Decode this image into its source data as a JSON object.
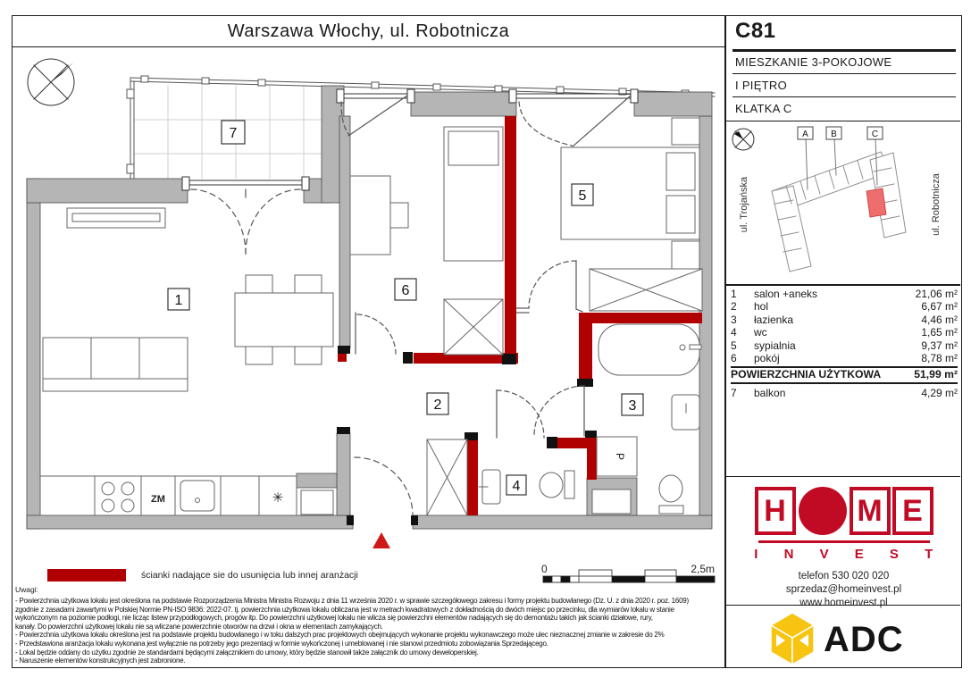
{
  "page": {
    "title": "Warszawa Włochy, ul. Robotnicza"
  },
  "unit": {
    "code": "C81",
    "type": "MIESZKANIE 3-POKOJOWE",
    "floor": "I PIĘTRO",
    "staircase": "KLATKA C"
  },
  "site_plan": {
    "street_left": "ul. Trojańska",
    "street_right": "ul. Robotnicza",
    "buildings": [
      "A",
      "B",
      "C"
    ]
  },
  "rooms": [
    {
      "no": "1",
      "name": "salon +aneks",
      "area": "21,06 m²"
    },
    {
      "no": "2",
      "name": "hol",
      "area": "6,67 m²"
    },
    {
      "no": "3",
      "name": "łazienka",
      "area": "4,46 m²"
    },
    {
      "no": "4",
      "name": "wc",
      "area": "1,65 m²"
    },
    {
      "no": "5",
      "name": "sypialnia",
      "area": "9,37 m²"
    },
    {
      "no": "6",
      "name": "pokój",
      "area": "8,78 m²"
    },
    {
      "no": "7",
      "name": "balkon",
      "area": "4,29 m²"
    }
  ],
  "summary": {
    "label": "POWIERZCHNIA UŻYTKOWA",
    "value": "51,99 m²"
  },
  "plan": {
    "room_labels": [
      "1",
      "2",
      "3",
      "4",
      "5",
      "6",
      "7"
    ],
    "dishwasher": "ZM",
    "fridge": "✳",
    "washer": "P"
  },
  "scalebar": {
    "start": "0",
    "end": "2,5m"
  },
  "legend": {
    "text": "ścianki nadające sie do usunięcia lub innej aranżacji"
  },
  "notes": {
    "heading": "Uwagi:",
    "lines": [
      "- Powierzchnia użytkowa lokalu jest określona na podstawie Rozporządzenia Ministra Ministra Rozwoju z dnia 11 września 2020 r. w sprawie szczegółowego zakresu i formy projektu budowlanego (Dz. U. z dnia 2020 r. poz. 1609)",
      "zgodnie z zasadami zawartymi w Polskiej Normie PN-ISO 9836: 2022-07. tj. powierzchnia użytkowa lokalu obliczana jest w metrach kwadratowych z dokładnością do dwóch miejsc po przecinku, dla wymiarów lokalu w stanie",
      "wykończonym na poziomie podłogi, nie licząc listew przypodłogowych, progów itp. Do powierzchni użytkowej lokalu nie wlicza się powierzchni elementów nadających się do demontażu takich jak ścianki działowe, rury,",
      "kanały. Do powierzchni użytkowej lokalu nie są wliczane powierzchnie otworów na drzwi i okna w elementach zamykających.",
      "- Powierzchnia użytkowa lokalu określona jest na podstawie projektu budowlanego i w toku dalszych prac projektowych obejmujących wykonanie projektu wykonawczego może ulec nieznacznej zmianie w zakresie do 2%",
      "- Przedstawiona aranżacja lokalu wykonana jest wyłącznie na potrzeby jego prezentacji w formie wykończonej i umeblowanej i nie stanowi przedmiotu zobowiązania Sprzedającego.",
      "- Lokal będzie oddany do użytku zgodnie ze standardami będącymi załącznikiem do umowy, który będzie stanowił także załącznik do umowy deweloperskiej.",
      "- Naruszenie elementów konstrukcyjnych jest zabronione."
    ]
  },
  "developer": {
    "h": "H",
    "m": "M",
    "e": "E",
    "invest": "I N V E S T",
    "phone": "telefon 530 020 020",
    "email": "sprzedaz@homeinvest.pl",
    "website": "www.homeinvest.pl"
  },
  "partner": {
    "name": "ADC"
  },
  "colors": {
    "wall_red": "#b00000",
    "brand_red": "#c10b25",
    "adc_yellow": "#f6c411",
    "wall_gray": "#b5b5b5"
  }
}
